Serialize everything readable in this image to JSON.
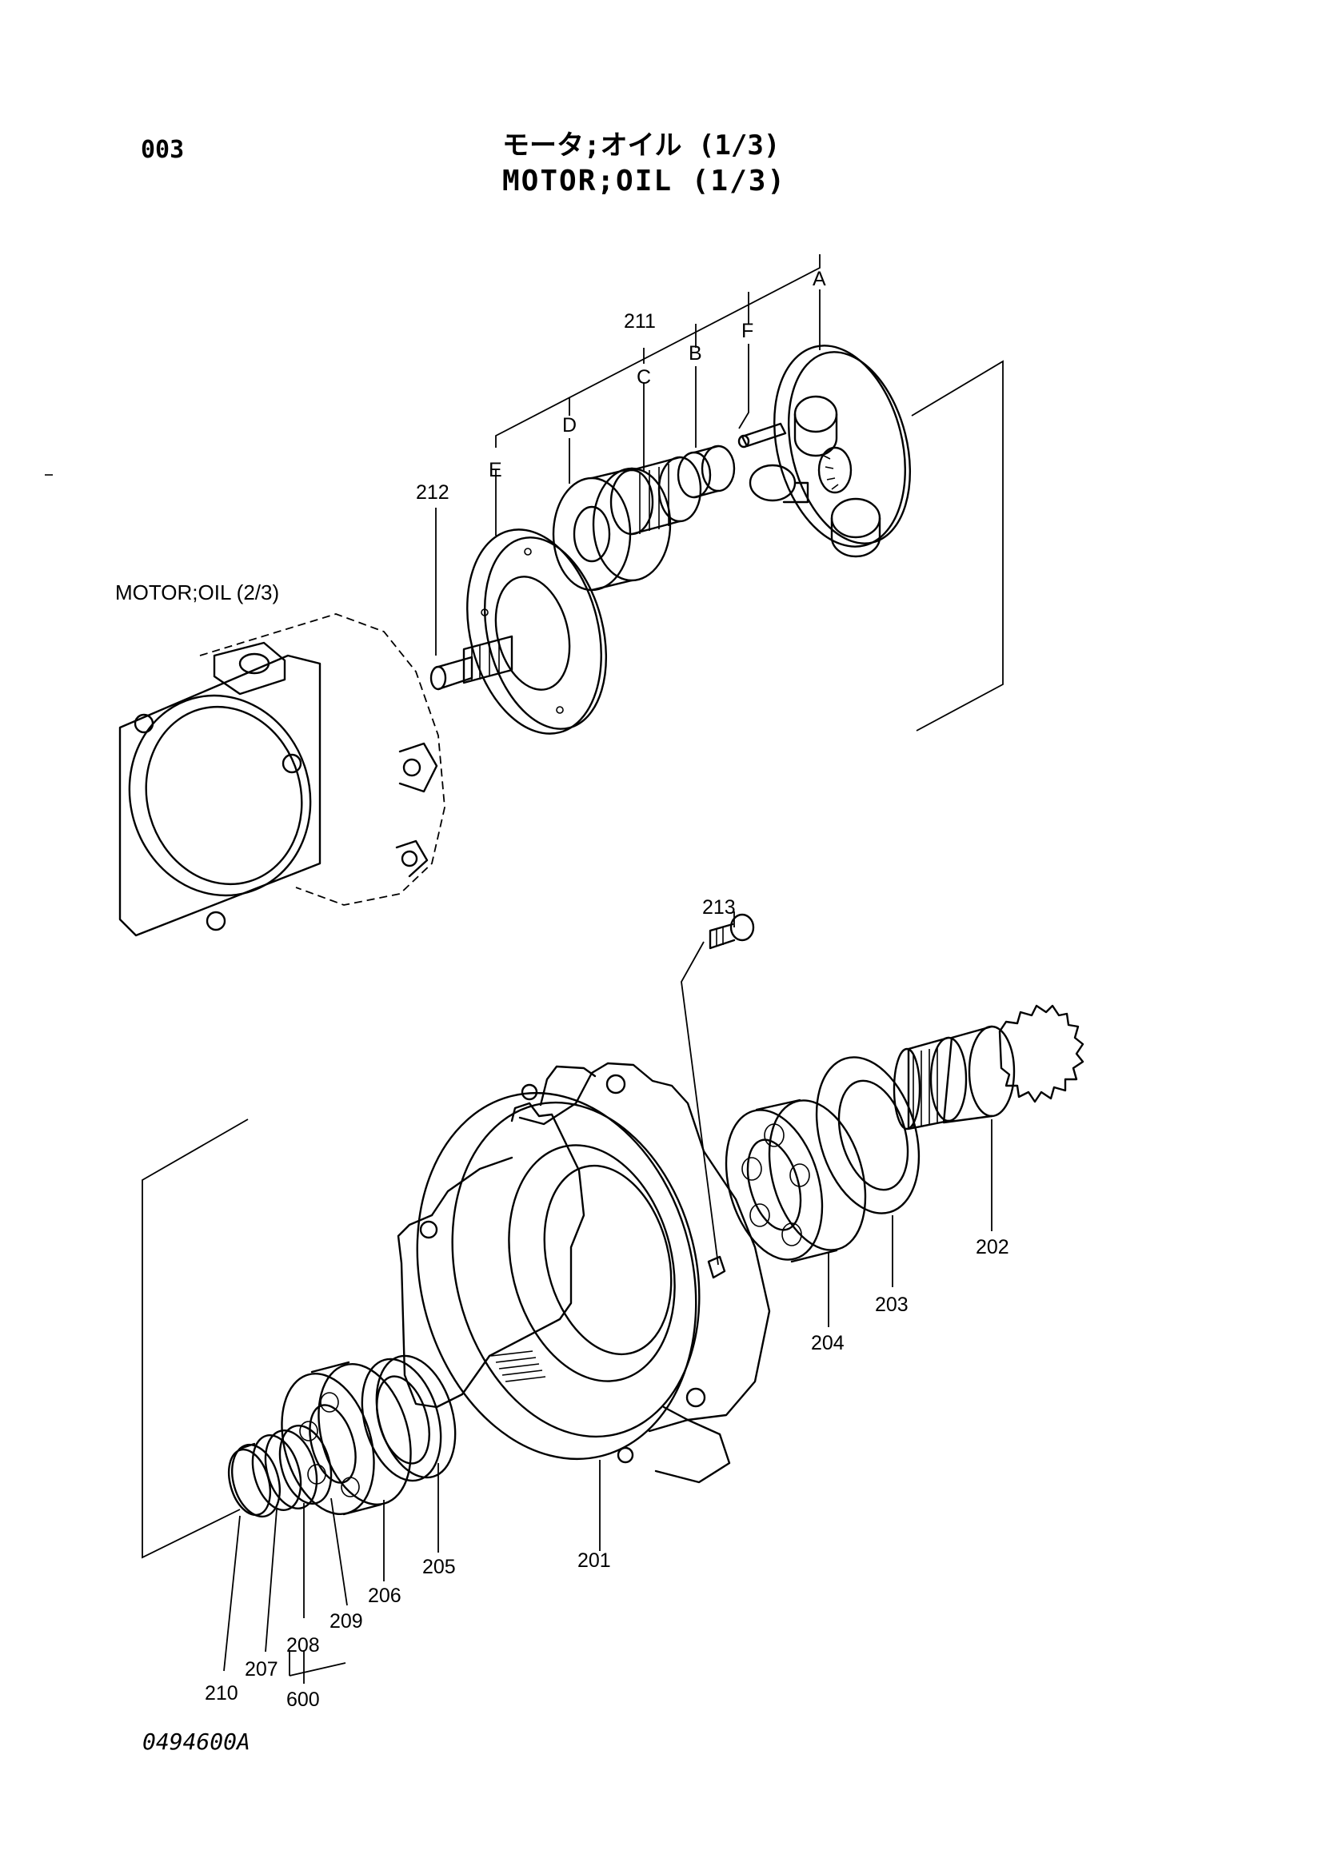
{
  "header": {
    "page_code": "003",
    "title_jp": "モータ;オイル  (1/3)",
    "title_en": "MOTOR;OIL  (1/3)"
  },
  "reference_label": "MOTOR;OIL (2/3)",
  "drawing_id": "0494600A",
  "callouts": {
    "A": "A",
    "B": "B",
    "C": "C",
    "D": "D",
    "E": "E",
    "F": "F",
    "p211": "211",
    "p212": "212",
    "p213": "213",
    "p201": "201",
    "p202": "202",
    "p203": "203",
    "p204": "204",
    "p205": "205",
    "p206": "206",
    "p207": "207",
    "p208": "208",
    "p209": "209",
    "p210": "210",
    "p600": "600"
  }
}
